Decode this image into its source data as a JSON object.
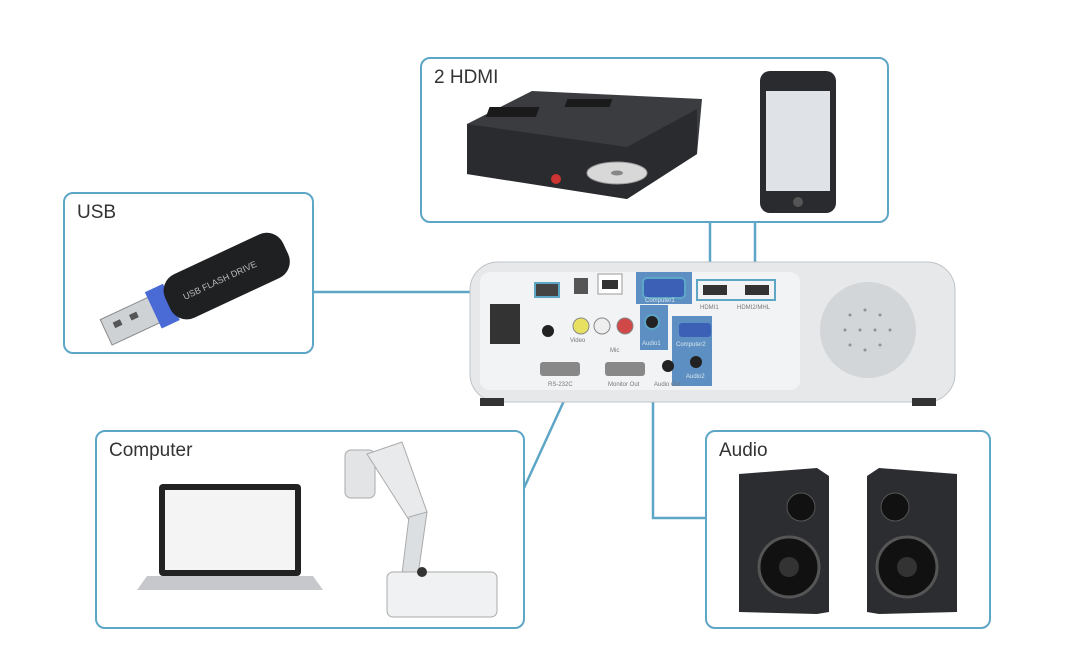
{
  "groups": {
    "hdmi": {
      "label": "2 HDMI"
    },
    "usb": {
      "label": "USB"
    },
    "computer": {
      "label": "Computer"
    },
    "audio": {
      "label": "Audio"
    }
  },
  "projector_ports": {
    "hdmi1": "HDMI1",
    "hdmi2": "HDMI2/MHL",
    "computer1": "Computer1",
    "computer2": "Computer2",
    "video": "Video",
    "audio1": "Audio1",
    "audio2": "Audio2",
    "mic": "Mic",
    "rs232c": "RS-232C",
    "monitor_out": "Monitor Out",
    "audio_out": "Audio Out"
  },
  "device_text": {
    "usb_drive": "USB FLASH DRIVE"
  },
  "colors": {
    "connector": "#5ea6c6",
    "projector": "#e6e8ea",
    "device_dark": "#2b2d30"
  }
}
